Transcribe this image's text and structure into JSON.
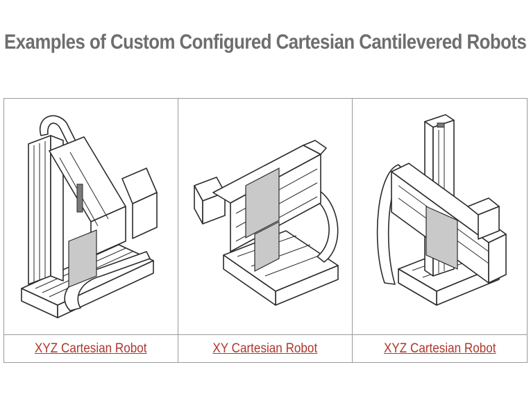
{
  "page": {
    "title": "Examples of Custom Configured Cartesian Cantilevered Robots"
  },
  "robots": [
    {
      "caption": "XYZ Cartesian Robot",
      "illustration": "xyz-cartesian-robot-illustration"
    },
    {
      "caption": "XY Cartesian Robot",
      "illustration": "xy-cartesian-robot-illustration"
    },
    {
      "caption": "XYZ Cartesian Robot",
      "illustration": "xyz-cartesian-robot-illustration-2"
    }
  ],
  "colors": {
    "title": "#6e6e6e",
    "link": "#b0362c",
    "border": "#9a9a9a"
  }
}
